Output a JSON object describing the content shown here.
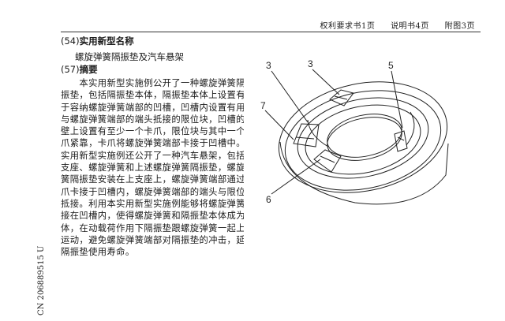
{
  "header": {
    "claims": "权利要求书1页",
    "description": "说明书4页",
    "drawings": "附图3页"
  },
  "title_section": {
    "number": "(54)",
    "heading": "实用新型名称",
    "value": "螺旋弹簧隔振垫及汽车悬架"
  },
  "abstract_section": {
    "number": "(57)",
    "heading": "摘要",
    "lines": [
      "　　本实用新型实施例公开了一种螺旋弹簧隔",
      "振垫，包括隔振垫本体，隔振垫本体上设置有用",
      "于容纳螺旋弹簧端部的凹槽，凹槽内设置有用于",
      "与螺旋弹簧端部的端头抵接的限位块，凹槽的槽",
      "壁上设置有至少一个卡爪，限位块与其中一个卡",
      "爪紧靠，卡爪将螺旋弹簧端部卡接于凹槽中。本",
      "实用新型实施例还公开了一种汽车悬架，包括上",
      "支座、螺旋弹簧和上述螺旋弹簧隔振垫，螺旋弹",
      "簧隔振垫安装在上支座上，螺旋弹簧端部通过卡",
      "爪卡接于凹槽内，螺旋弹簧端部的端头与限位块",
      "抵接。利用本实用新型实施例能够将螺旋弹簧卡",
      "接在凹槽内，使得螺旋弹簧和隔振垫本体成为一",
      "体，在动载荷作用下隔振垫跟螺旋弹簧一起上下",
      "运动，避免螺旋弹簧端部对隔振垫的冲击，延长",
      "隔振垫使用寿命。"
    ]
  },
  "side_id": "CN 206889515 U",
  "figure_labels": {
    "l3a": "3",
    "l3b": "3",
    "l5": "5",
    "l7": "7",
    "l6": "6"
  }
}
